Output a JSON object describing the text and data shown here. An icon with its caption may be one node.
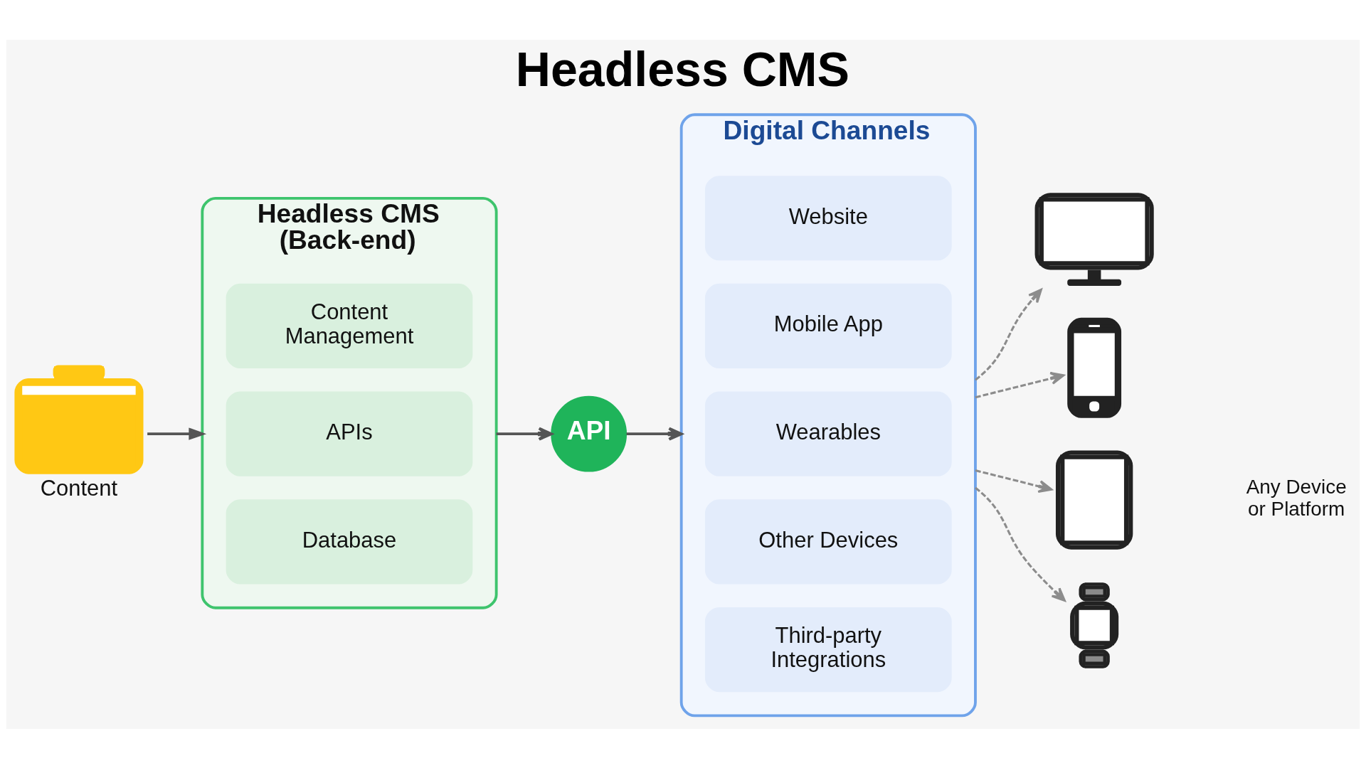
{
  "diagram": {
    "title": "Headless CMS",
    "nodes": [
      {
        "text": [],
        "shape": "picture",
        "beside": [
          "Content"
        ]
      },
      {
        "text": [
          "Headless CMS (Back-end)"
        ]
      },
      {
        "text": [
          "Content Management"
        ],
        "in": 1
      },
      {
        "text": [
          "APIs"
        ],
        "in": 1
      },
      {
        "text": [
          "Database"
        ],
        "in": 1
      },
      {
        "text": [
          "API"
        ]
      },
      {
        "text": [
          "Digital Channels"
        ]
      },
      {
        "text": [
          "Website"
        ],
        "in": 6
      },
      {
        "text": [
          "Mobile App"
        ],
        "in": 6
      },
      {
        "text": [
          "Wearables"
        ],
        "in": 6
      },
      {
        "text": [
          "Other Devices"
        ],
        "in": 6
      },
      {
        "text": [
          "Third-party Integrations"
        ],
        "in": 6
      },
      {
        "text": [],
        "shape": "picture"
      },
      {
        "text": [],
        "shape": "picture"
      },
      {
        "text": [],
        "shape": "picture"
      },
      {
        "text": [],
        "shape": "picture"
      }
    ],
    "edges": [
      {
        "from": 0,
        "to": 1,
        "arrow": "to"
      },
      {
        "from": 1,
        "to": 5,
        "arrow": "to"
      },
      {
        "from": 5,
        "to": 6,
        "arrow": "to"
      },
      {
        "from": 6,
        "to": 12,
        "arrow": "to",
        "style": "dashed",
        "color": "#8c8c8c"
      },
      {
        "from": 6,
        "to": 13,
        "arrow": "to",
        "style": "dashed",
        "color": "#8c8c8c"
      },
      {
        "from": 6,
        "to": 14,
        "arrow": "to",
        "style": "dashed",
        "color": "#8c8c8c"
      },
      {
        "from": 6,
        "to": 15,
        "arrow": "to",
        "style": "dashed",
        "color": "#8c8c8c"
      }
    ],
    "labels": [
      "Any Device or Platform"
    ]
  }
}
